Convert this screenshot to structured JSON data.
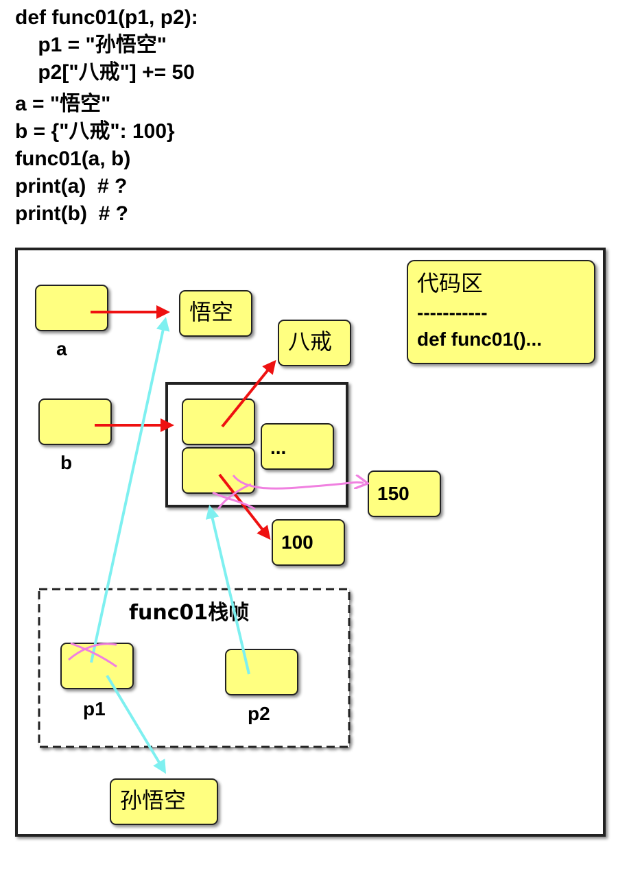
{
  "code": {
    "def_line": "def func01(p1, p2):",
    "body_line1": "    p1 = \"孙悟空\"",
    "body_line2": "    p2[\"八戒\"] += 50",
    "line_a": "a = \"悟空\"",
    "line_b": "b = {\"八戒\": 100}",
    "line_call": "func01(a, b)",
    "line_print_a": "print(a)  # ?",
    "line_print_b": "print(b)  # ?"
  },
  "diagram": {
    "var_a_label": "a",
    "var_b_label": "b",
    "obj_wukong": "悟空",
    "obj_bajie": "八戒",
    "dict_more": "...",
    "obj_150": "150",
    "obj_100": "100",
    "obj_sunwukong": "孙悟空",
    "code_area_title": "代码区",
    "code_area_divider": "-----------",
    "code_area_def": "def func01()...",
    "frame_title": "func01栈帧",
    "param_p1_label": "p1",
    "param_p2_label": "p2"
  },
  "colors": {
    "box_fill": "#ffff80",
    "red_arrow": "#ee1111",
    "cyan_arrow": "#7ef0f0",
    "pink_mark": "#f080e0"
  }
}
